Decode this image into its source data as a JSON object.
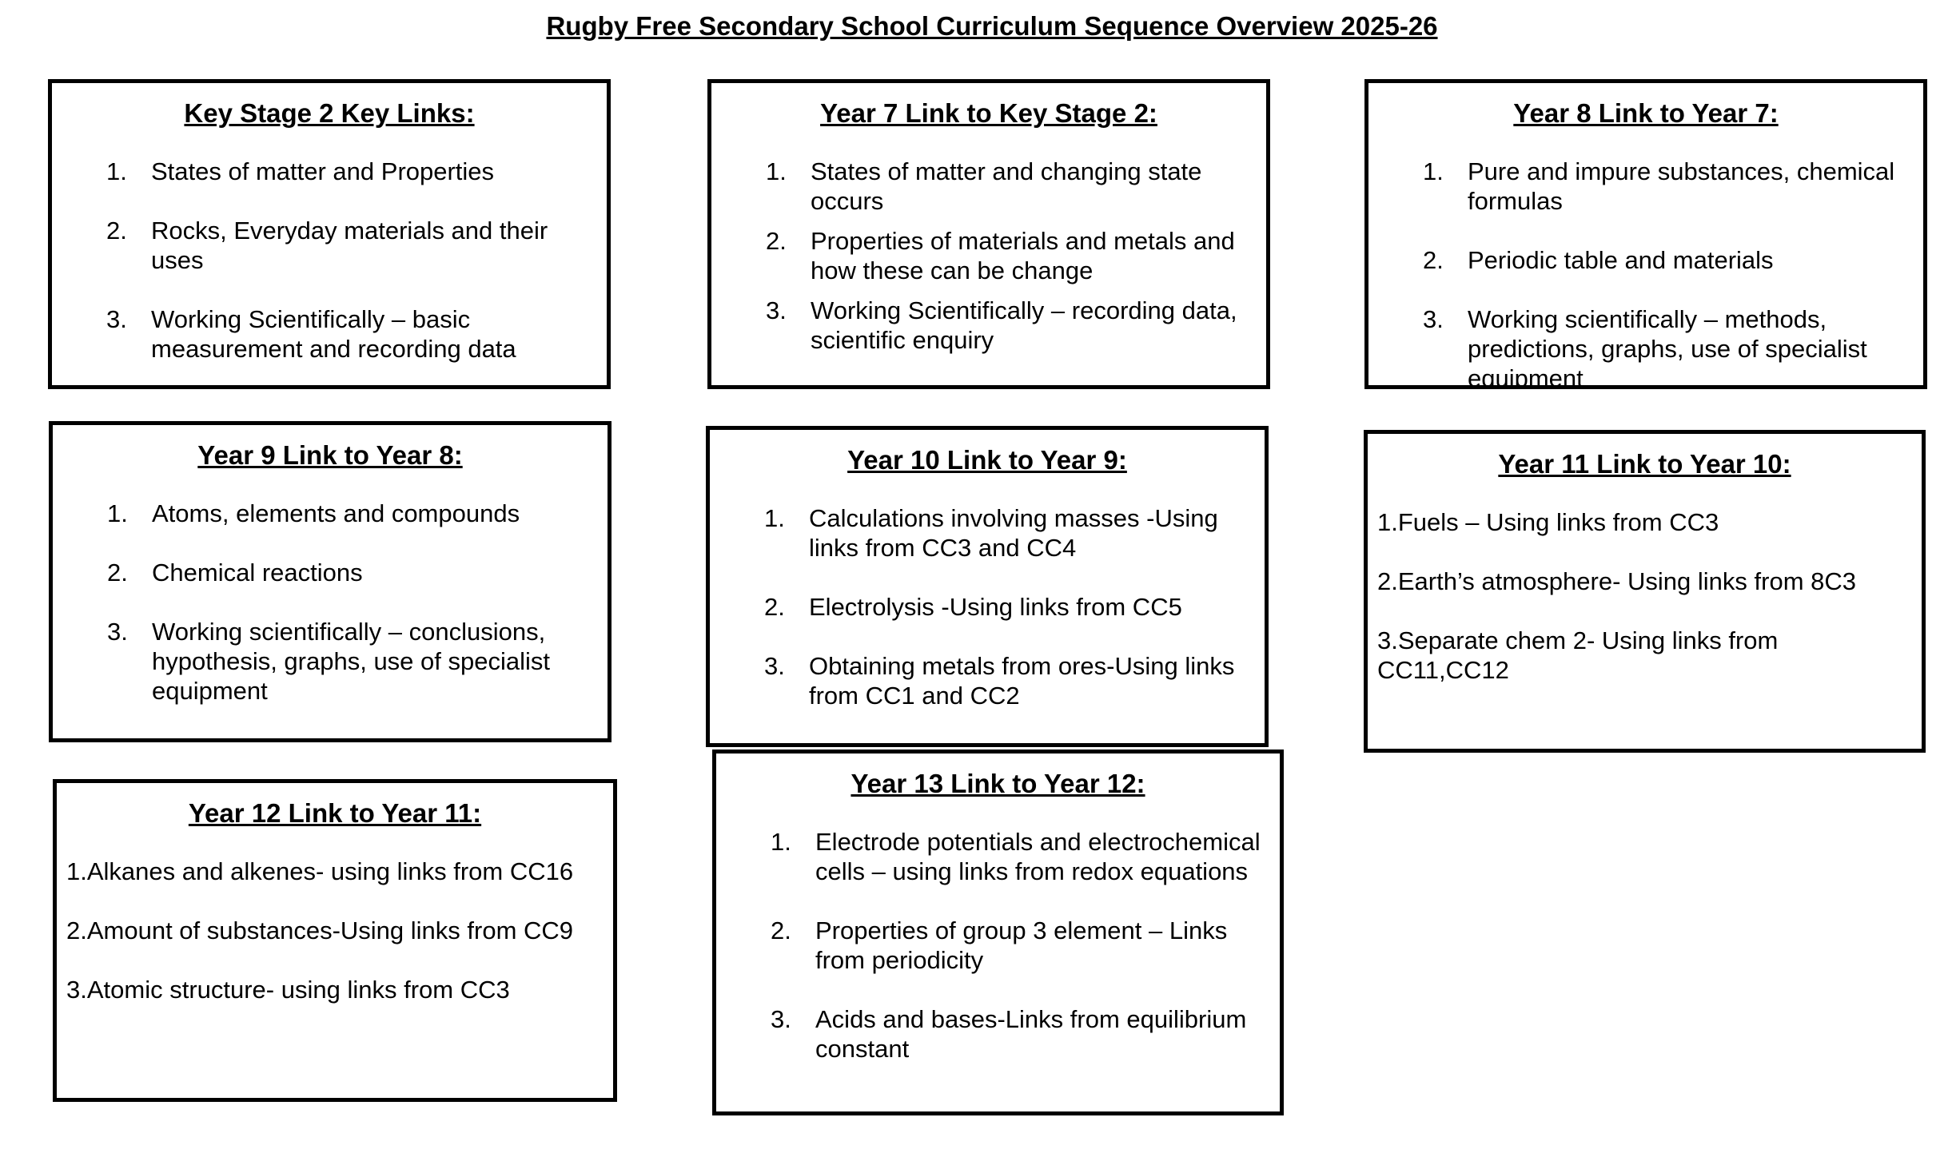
{
  "title": "Rugby Free Secondary School Curriculum Sequence Overview 2025-26",
  "boxes": [
    {
      "heading": "Key Stage 2 Key Links:",
      "numbered": true,
      "items": [
        {
          "num": "1.",
          "text": "States of matter and Properties"
        },
        {
          "num": "2.",
          "text": "Rocks, Everyday materials and their uses"
        },
        {
          "num": "3.",
          "text": "Working Scientifically – basic measurement and recording data"
        }
      ]
    },
    {
      "heading": "Year 7 Link to Key Stage 2:",
      "numbered": true,
      "items": [
        {
          "num": "1.",
          "text": "States of matter and changing state occurs"
        },
        {
          "num": "2.",
          "text": "Properties of materials and metals and how these can be change"
        },
        {
          "num": "3.",
          "text": "Working Scientifically – recording data, scientific enquiry"
        }
      ]
    },
    {
      "heading": "Year 8 Link to Year 7:",
      "numbered": true,
      "items": [
        {
          "num": "1.",
          "text": "Pure and impure substances, chemical formulas"
        },
        {
          "num": "2.",
          "text": "Periodic table and materials"
        },
        {
          "num": "3.",
          "text": "Working scientifically – methods, predictions, graphs, use of specialist equipment"
        }
      ]
    },
    {
      "heading": "Year 9 Link to Year 8:",
      "numbered": true,
      "items": [
        {
          "num": "1.",
          "text": "Atoms, elements and compounds"
        },
        {
          "num": "2.",
          "text": "Chemical reactions"
        },
        {
          "num": "3.",
          "text": "Working scientifically – conclusions, hypothesis, graphs, use of specialist equipment"
        }
      ]
    },
    {
      "heading": "Year 10 Link to Year 9:",
      "numbered": true,
      "items": [
        {
          "num": "1.",
          "text": "Calculations involving masses -Using links from CC3 and CC4"
        },
        {
          "num": "2.",
          "text": "Electrolysis -Using links from CC5"
        },
        {
          "num": "3.",
          "text": "Obtaining metals from ores-Using links from CC1 and CC2"
        }
      ]
    },
    {
      "heading": "Year 11 Link to Year 10:",
      "numbered": false,
      "items": [
        {
          "text": "1.Fuels – Using links from CC3"
        },
        {
          "text": "2.Earth’s atmosphere- Using links from 8C3"
        },
        {
          "text": "3.Separate chem 2- Using links from CC11,CC12"
        }
      ]
    },
    {
      "heading": "Year 12 Link to Year 11:",
      "numbered": false,
      "items": [
        {
          "text": "1.Alkanes and alkenes- using links from CC16"
        },
        {
          "text": "2.Amount of substances-Using links from CC9"
        },
        {
          "text": "3.Atomic structure- using links from CC3"
        }
      ]
    },
    {
      "heading": "Year 13 Link to Year 12:",
      "numbered": true,
      "items": [
        {
          "num": "1.",
          "text": "Electrode potentials and electrochemical cells – using links from redox equations"
        },
        {
          "num": "2.",
          "text": "Properties of group 3 element – Links from periodicity"
        },
        {
          "num": "3.",
          "text": "Acids and bases-Links from equilibrium constant"
        }
      ]
    }
  ]
}
